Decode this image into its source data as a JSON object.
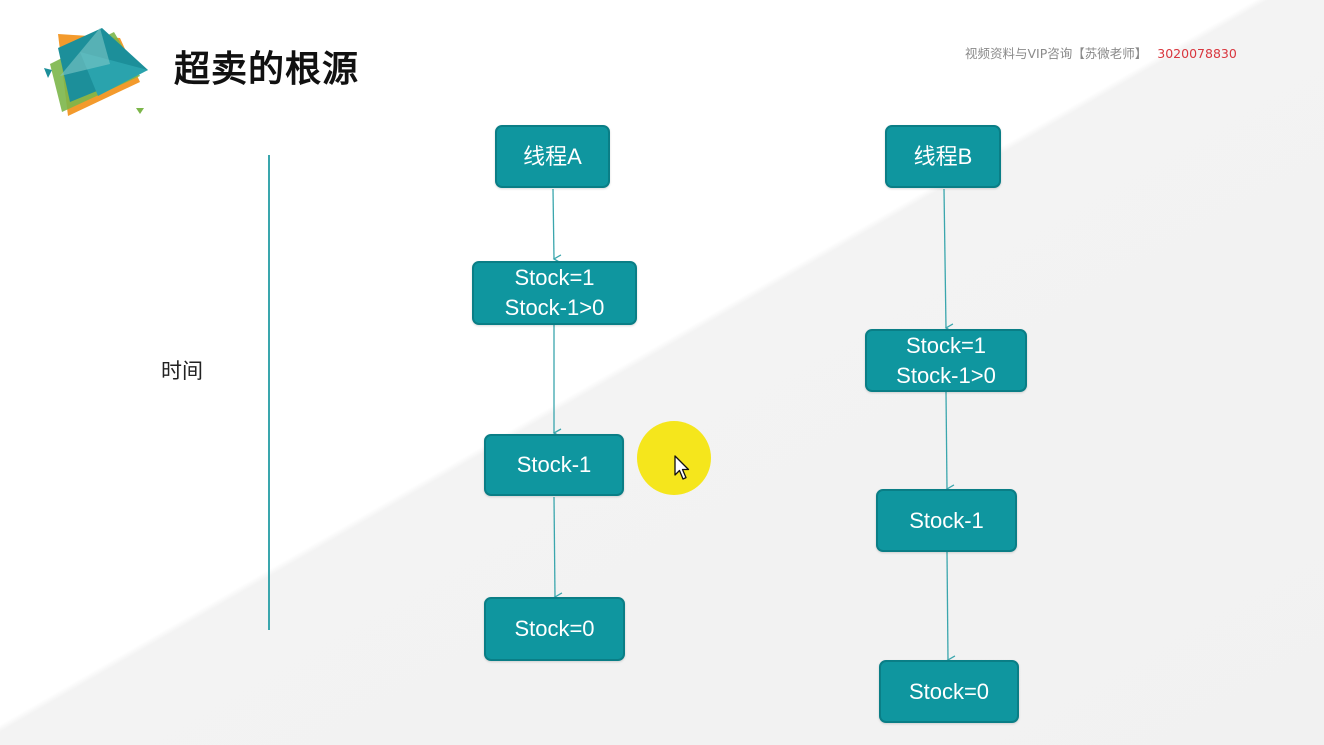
{
  "slide": {
    "title": "超卖的根源",
    "header_note": {
      "text": "视频资料与VIP咨询【苏微老师】",
      "phone": "3020078830"
    },
    "timeline_label": "时间"
  },
  "diagram": {
    "thread_a": {
      "header": "线程A",
      "steps": [
        {
          "line1": "Stock=1",
          "line2": "Stock-1>0"
        },
        {
          "line1": "Stock-1"
        },
        {
          "line1": "Stock=0"
        }
      ]
    },
    "thread_b": {
      "header": "线程B",
      "steps": [
        {
          "line1": "Stock=1",
          "line2": "Stock-1>0"
        },
        {
          "line1": "Stock-1"
        },
        {
          "line1": "Stock=0"
        }
      ]
    }
  },
  "colors": {
    "node_fill": "#0f969f",
    "connector": "#3aa6ad",
    "phone_text": "#d9363e",
    "cursor_highlight": "#f5e61c"
  },
  "icons": {
    "logo": "triangle-logo-icon",
    "cursor": "mouse-pointer-icon"
  }
}
